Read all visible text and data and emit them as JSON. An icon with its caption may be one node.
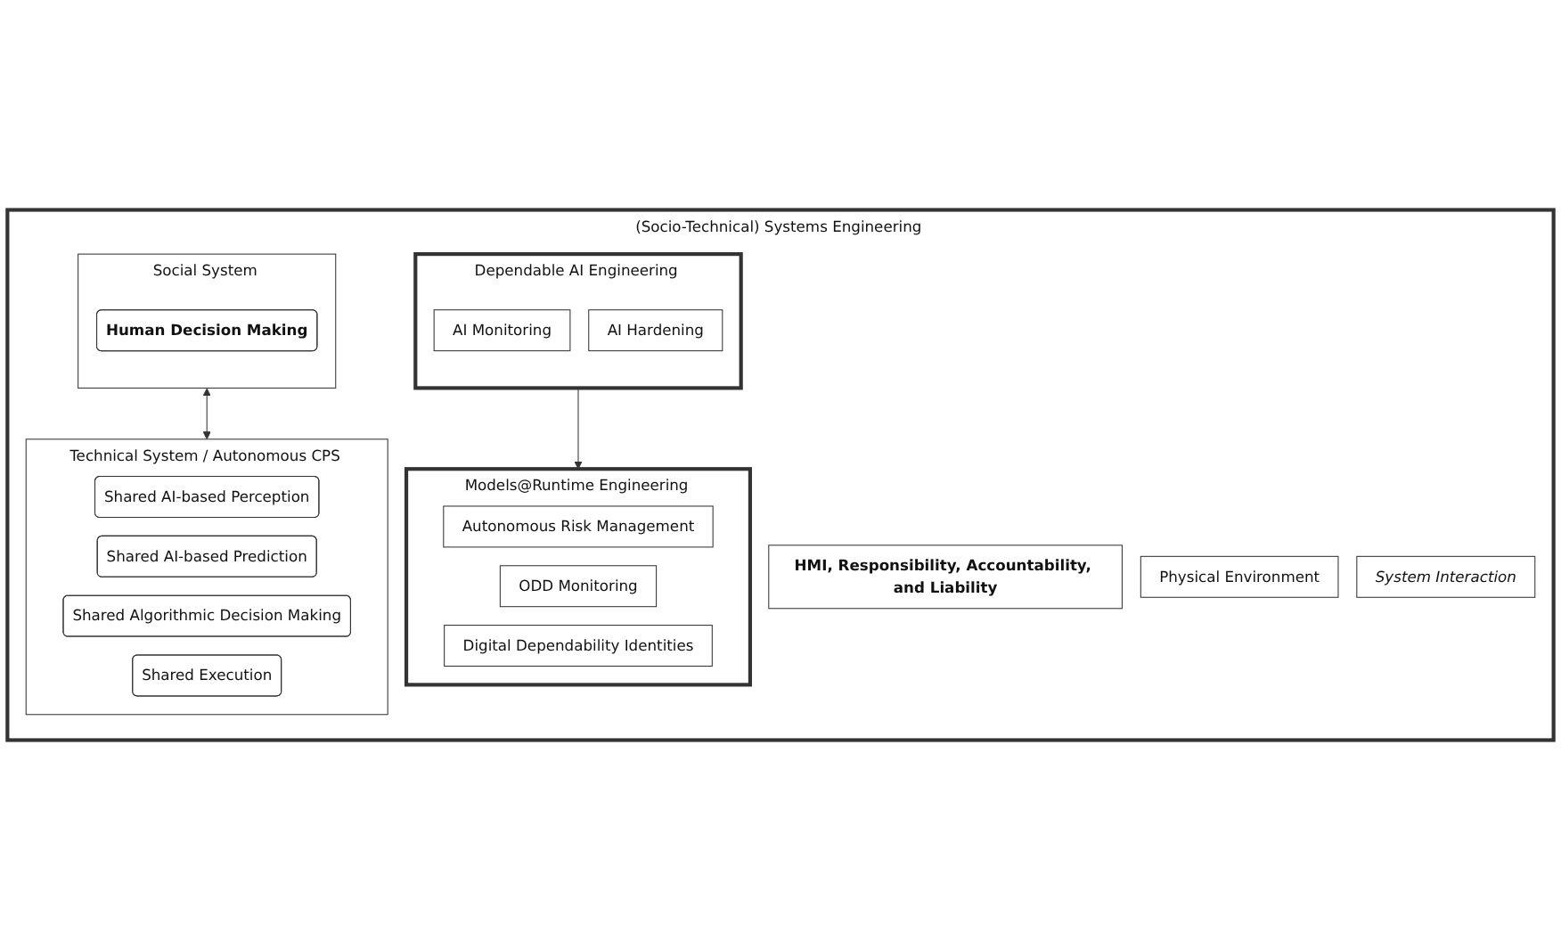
{
  "diagram": {
    "nodes": [
      {
        "text": [
          "(Socio-Technical) Systems Engineering"
        ]
      },
      {
        "text": [
          "Social System"
        ],
        "in": 0
      },
      {
        "text": [
          "Human Decision Making"
        ],
        "in": 1
      },
      {
        "text": [
          "Technical System / Autonomous CPS"
        ],
        "in": 0
      },
      {
        "text": [
          "Shared AI-based Perception"
        ],
        "in": 3
      },
      {
        "text": [
          "Shared AI-based Prediction"
        ],
        "in": 3
      },
      {
        "text": [
          "Shared Algorithmic Decision Making"
        ],
        "in": 3
      },
      {
        "text": [
          "Shared Execution"
        ],
        "in": 3
      },
      {
        "text": [
          "HMI, Responsibility, Accountability, and Liability"
        ],
        "in": 0
      },
      {
        "text": [
          "Physical Environment"
        ],
        "in": 0
      },
      {
        "text": [
          "System Interaction"
        ],
        "in": 0
      },
      {
        "text": [
          "Models@Runtime Engineering"
        ],
        "in": 0
      },
      {
        "text": [
          "Autonomous Risk Management"
        ],
        "in": 11
      },
      {
        "text": [
          "ODD Monitoring"
        ],
        "in": 11
      },
      {
        "text": [
          "Digital Dependability Identities"
        ],
        "in": 11
      },
      {
        "text": [
          "Dependable AI Engineering"
        ],
        "in": 0
      },
      {
        "text": [
          "AI Monitoring"
        ],
        "in": 15
      },
      {
        "text": [
          "AI Hardening"
        ],
        "in": 15
      }
    ],
    "edges": [
      {
        "from": 1,
        "to": 3,
        "arrow": "both"
      },
      {
        "from": 15,
        "to": 11,
        "arrow": "to"
      }
    ]
  }
}
